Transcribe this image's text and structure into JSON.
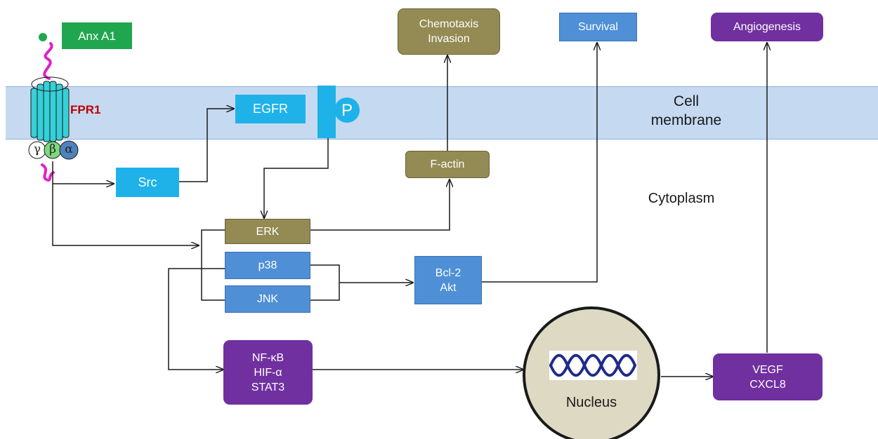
{
  "labels": {
    "anx": "Anx A1",
    "fpr1": "FPR1",
    "gamma": "γ",
    "beta": "β",
    "alpha": "α",
    "egfr": "EGFR",
    "phospho": "P",
    "src": "Src",
    "erk": "ERK",
    "p38": "p38",
    "jnk": "JNK",
    "factin": "F-actin",
    "chemotaxis": "Chemotaxis\nInvasion",
    "survival": "Survival",
    "angiogenesis": "Angiogenesis",
    "bcl2_akt": "Bcl-2\nAkt",
    "nfkb": "NF-κB\nHIF-α\nSTAT3",
    "nucleus": "Nucleus",
    "vegf": "VEGF\nCXCL8",
    "cell_membrane": "Cell\nmembrane",
    "cytoplasm": "Cytoplasm"
  },
  "colors": {
    "membrane": "#c5d9f1",
    "cyan": "#1fb2e8",
    "olive": "#948a54",
    "blue": "#4f8fd6",
    "purple": "#7030a0",
    "green": "#20a64f",
    "fpr1_text": "#c00000",
    "magenta": "#e020c8",
    "nucleus_fill": "#ddd9c3"
  }
}
